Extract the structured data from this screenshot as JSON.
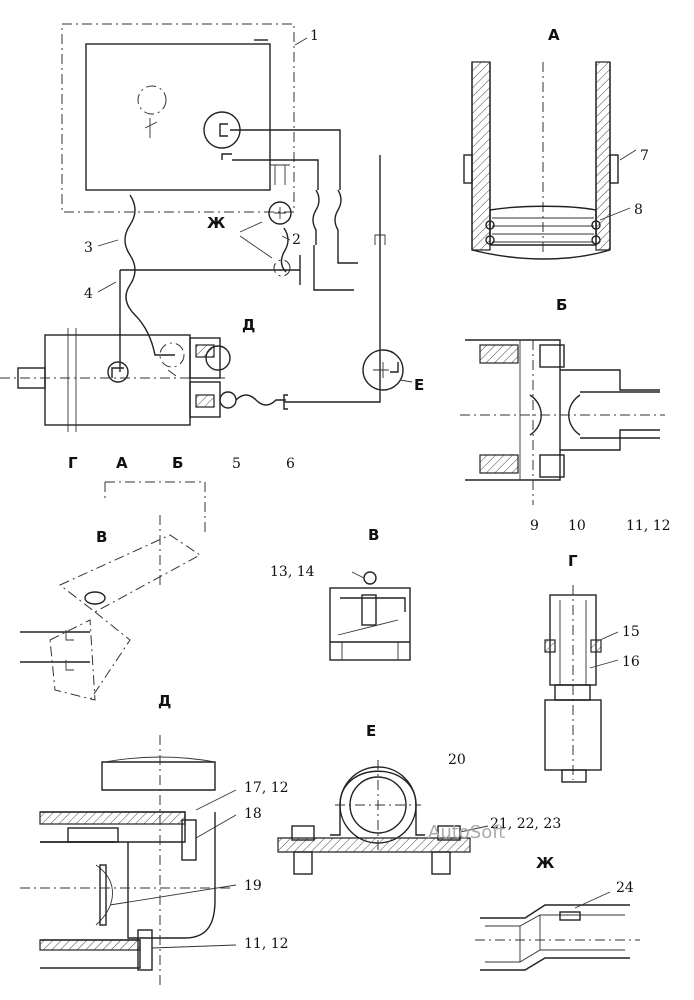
{
  "callouts": {
    "c1": "1",
    "c2": "2",
    "c3": "3",
    "c4": "4",
    "c5": "5",
    "c6": "6",
    "c7": "7",
    "c8": "8",
    "c9": "9",
    "c10": "10",
    "c11_12a": "11, 12",
    "c13_14": "13, 14",
    "c15": "15",
    "c16": "16",
    "c17_12": "17, 12",
    "c18": "18",
    "c19": "19",
    "c11_12b": "11, 12",
    "c20": "20",
    "c21_23": "21, 22, 23",
    "c24": "24"
  },
  "markers": {
    "zh_main": "Ж",
    "d_main": "Д",
    "e_main": "Е",
    "row_g": "Г",
    "row_a": "А",
    "row_b": "Б",
    "v_main": "В"
  },
  "views": {
    "a": "А",
    "b": "Б",
    "v": "В",
    "g": "Г",
    "d": "Д",
    "e": "Е",
    "zh": "Ж"
  },
  "watermark": "AutoSoft"
}
